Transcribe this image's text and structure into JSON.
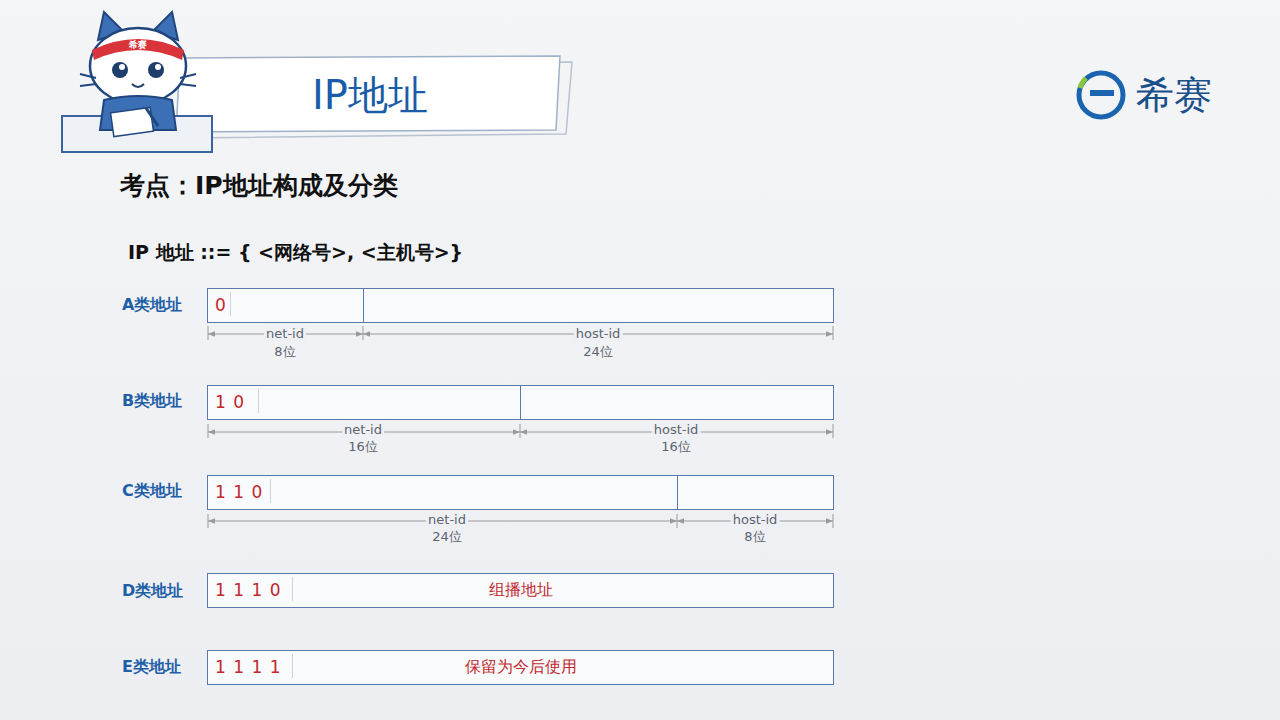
{
  "diagram": {
    "title": "IP地址",
    "nodes": [
      {
        "text": [
          "IP地址"
        ]
      },
      {
        "text": [
          "0"
        ]
      },
      {
        "text": [
          "1 0"
        ]
      },
      {
        "text": [
          "1 1 0"
        ]
      },
      {
        "text": [
          "1 1 1 0",
          "组播地址"
        ]
      },
      {
        "text": [
          "1 1 1 1",
          "保留为今后使用"
        ]
      }
    ],
    "labels": [
      "希赛",
      "希赛",
      "考点：IP地址构成及分类",
      "IP 地址 ::= { <网络号>, <主机号>}",
      "A类地址",
      "net-id",
      "8位",
      "host-id",
      "24位",
      "B类地址",
      "net-id",
      "16位",
      "host-id",
      "16位",
      "C类地址",
      "net-id",
      "24位",
      "host-id",
      "8位",
      "D类地址",
      "E类地址"
    ]
  }
}
